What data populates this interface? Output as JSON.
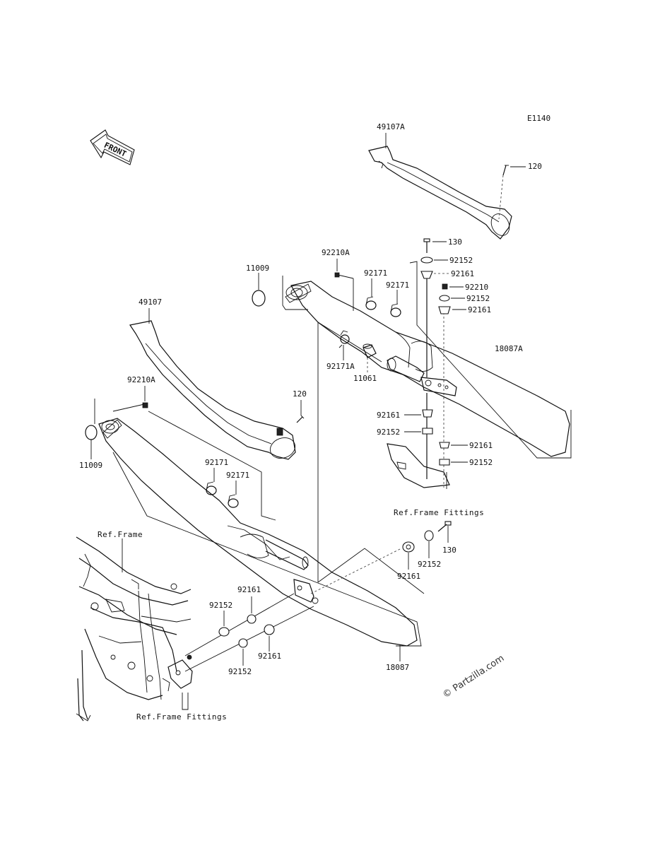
{
  "diagram": {
    "code": "E1140",
    "front_arrow": "FRONT",
    "watermark": "© Partzilla.com",
    "footer_lines": [
      "",
      ""
    ],
    "labels": {
      "p49107A": "49107A",
      "p120_top": "120",
      "p130_top": "130",
      "p92152_a": "92152",
      "p92161_a": "92161",
      "p92210_a": "92210",
      "p92152_b": "92152",
      "p92161_b": "92161",
      "p18087A": "18087A",
      "p92210A_top": "92210A",
      "p11009_top": "11009",
      "p92171_a": "92171",
      "p92171_b": "92171",
      "p92171A": "92171A",
      "p11061": "11061",
      "p92161_c": "92161",
      "p92152_c": "92152",
      "p92161_d": "92161",
      "p92152_d": "92152",
      "ref_frame_fittings_right": "Ref.Frame Fittings",
      "p49107": "49107",
      "p120_left": "120",
      "p92210A_left": "92210A",
      "p11009_left": "11009",
      "p92171_c": "92171",
      "p92171_d": "92171",
      "ref_frame": "Ref.Frame",
      "p130_bottom": "130",
      "p92152_e": "92152",
      "p92161_e": "92161",
      "p92161_f": "92161",
      "p92152_f": "92152",
      "p92161_g": "92161",
      "p92152_g": "92152",
      "p18087": "18087",
      "ref_frame_fittings_left": "Ref.Frame Fittings"
    }
  }
}
